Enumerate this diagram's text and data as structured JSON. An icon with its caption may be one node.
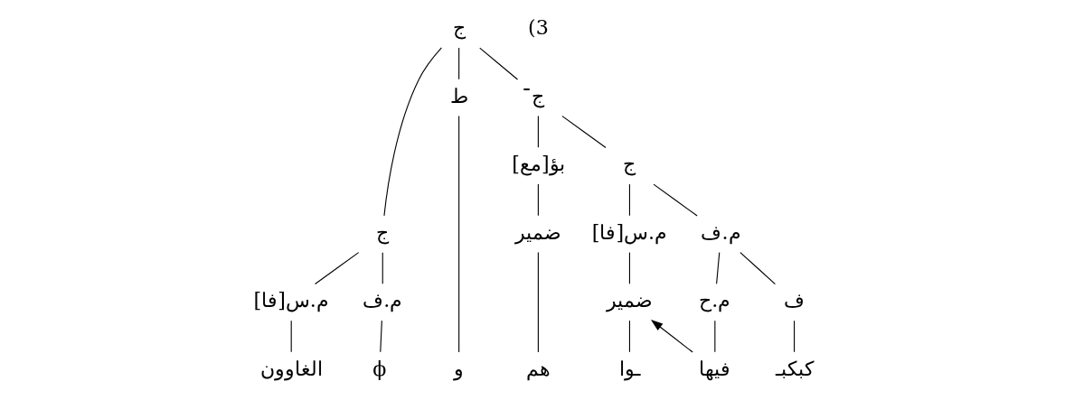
{
  "diagram": {
    "nodes": [
      {
        "text": [
          "ج"
        ]
      },
      {
        "text": [
          "ج"
        ]
      },
      {
        "text": [
          "ط"
        ]
      },
      {
        "text": [
          "ج̄"
        ]
      },
      {
        "text": [
          "بؤ[مع]"
        ]
      },
      {
        "text": [
          "ج"
        ]
      },
      {
        "text": [
          "م.س[فا]"
        ]
      },
      {
        "text": [
          "م.ف"
        ]
      },
      {
        "text": [
          "م.س[فا]"
        ]
      },
      {
        "text": [
          "م.ف"
        ]
      },
      {
        "text": [
          "ضمير"
        ]
      },
      {
        "text": [
          "ضمير"
        ]
      },
      {
        "text": [
          "م.ح"
        ]
      },
      {
        "text": [
          "ف"
        ]
      },
      {
        "text": [
          "الغاوون"
        ]
      },
      {
        "text": [
          "ϕ"
        ]
      },
      {
        "text": [
          "و"
        ]
      },
      {
        "text": [
          "هم"
        ]
      },
      {
        "text": [
          "ـوا"
        ]
      },
      {
        "text": [
          "فيها"
        ]
      },
      {
        "text": [
          "كبكبـ"
        ]
      }
    ],
    "edges": [
      {
        "from": 0,
        "to": 1,
        "arrow": "none"
      },
      {
        "from": 0,
        "to": 2,
        "arrow": "none"
      },
      {
        "from": 0,
        "to": 3,
        "arrow": "none"
      },
      {
        "from": 1,
        "to": 6,
        "arrow": "none"
      },
      {
        "from": 1,
        "to": 7,
        "arrow": "none"
      },
      {
        "from": 2,
        "to": 16,
        "arrow": "none"
      },
      {
        "from": 3,
        "to": 4,
        "arrow": "none"
      },
      {
        "from": 3,
        "to": 5,
        "arrow": "none"
      },
      {
        "from": 4,
        "to": 10,
        "arrow": "none"
      },
      {
        "from": 5,
        "to": 8,
        "arrow": "none"
      },
      {
        "from": 5,
        "to": 9,
        "arrow": "none"
      },
      {
        "from": 6,
        "to": 14,
        "arrow": "none"
      },
      {
        "from": 7,
        "to": 15,
        "arrow": "none"
      },
      {
        "from": 8,
        "to": 11,
        "arrow": "none"
      },
      {
        "from": 9,
        "to": 12,
        "arrow": "none"
      },
      {
        "from": 9,
        "to": 13,
        "arrow": "none"
      },
      {
        "from": 10,
        "to": 17,
        "arrow": "none"
      },
      {
        "from": 11,
        "to": 18,
        "arrow": "none"
      },
      {
        "from": 12,
        "to": 19,
        "arrow": "none"
      },
      {
        "from": 13,
        "to": 20,
        "arrow": "none"
      },
      {
        "from": 19,
        "to": 11,
        "arrow": "to"
      }
    ],
    "labels": [
      "(3"
    ]
  }
}
